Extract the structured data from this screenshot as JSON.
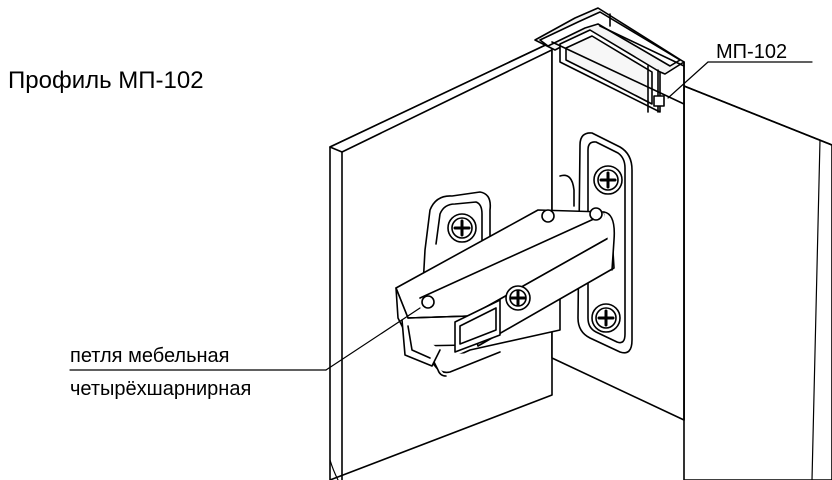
{
  "diagram": {
    "title": "Профиль МП-102",
    "profile_label": "МП-102",
    "hinge_label_line1": "петля мебельная",
    "hinge_label_line2": "четырёхшарнирная"
  }
}
